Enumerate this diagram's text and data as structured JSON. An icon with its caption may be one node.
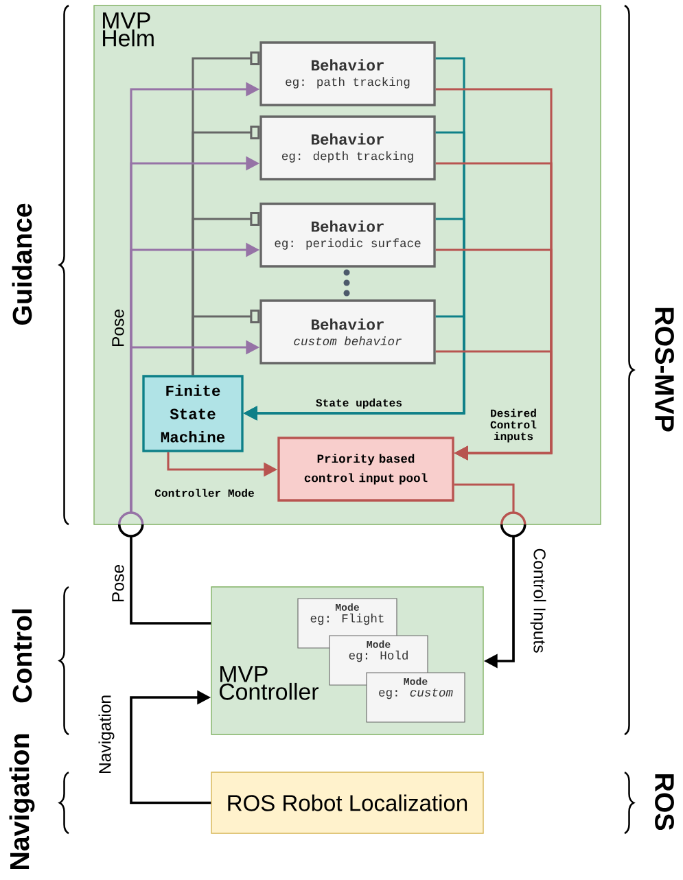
{
  "diagram": {
    "nodes": [
      {
        "text": [
          "MVP Helm"
        ]
      },
      {
        "text": [
          "Behavior",
          "eg: path tracking"
        ],
        "in": 0
      },
      {
        "text": [
          "Behavior",
          "eg: depth tracking"
        ],
        "in": 0
      },
      {
        "text": [
          "Behavior",
          "eg: periodic surface"
        ],
        "in": 0
      },
      {
        "text": [
          "Behavior",
          "custom behavior"
        ],
        "in": 0
      },
      {
        "text": [
          "Finite State Machine"
        ],
        "in": 0
      },
      {
        "text": [
          "Priority based control input pool"
        ],
        "in": 0
      },
      {
        "text": [],
        "shape": "circle"
      },
      {
        "text": [],
        "shape": "circle"
      },
      {
        "text": [
          "MVP Controller"
        ]
      },
      {
        "text": [
          "Mode",
          "eg: Flight"
        ],
        "in": 9
      },
      {
        "text": [
          "Mode",
          "eg: Hold"
        ],
        "in": 9
      },
      {
        "text": [
          "Mode",
          "eg: *custom*"
        ],
        "in": 9
      },
      {
        "text": [
          "ROS Robot Localization"
        ]
      }
    ],
    "edges": [
      {
        "from": 5,
        "to": 1,
        "arrow": "other",
        "color": "#666666"
      },
      {
        "from": 5,
        "to": 2,
        "arrow": "other",
        "color": "#666666"
      },
      {
        "from": 5,
        "to": 3,
        "arrow": "other",
        "color": "#666666"
      },
      {
        "from": 5,
        "to": 4,
        "arrow": "other",
        "color": "#666666"
      },
      {
        "from": 7,
        "to": 1,
        "arrow": "to",
        "color": "#9673a6"
      },
      {
        "from": 7,
        "to": 2,
        "arrow": "to",
        "color": "#9673a6"
      },
      {
        "from": 7,
        "to": 3,
        "arrow": "to",
        "color": "#9673a6"
      },
      {
        "from": 7,
        "to": 4,
        "arrow": "to",
        "color": "#9673a6",
        "label": "Pose"
      },
      {
        "from": 1,
        "to": 5,
        "arrow": "to",
        "color": "#0e8088"
      },
      {
        "from": 2,
        "to": 5,
        "arrow": "to",
        "color": "#0e8088"
      },
      {
        "from": 3,
        "to": 5,
        "arrow": "to",
        "color": "#0e8088"
      },
      {
        "from": 4,
        "to": 5,
        "arrow": "to",
        "color": "#0e8088",
        "label": "State updates"
      },
      {
        "from": 1,
        "to": 6,
        "arrow": "to",
        "color": "#b85450"
      },
      {
        "from": 2,
        "to": 6,
        "arrow": "to",
        "color": "#b85450"
      },
      {
        "from": 3,
        "to": 6,
        "arrow": "to",
        "color": "#b85450"
      },
      {
        "from": 4,
        "to": 6,
        "arrow": "to",
        "color": "#b85450",
        "label": "Desired Control inputs"
      },
      {
        "from": 5,
        "to": 6,
        "arrow": "to",
        "color": "#b85450",
        "label": "Controller Mode"
      },
      {
        "from": 6,
        "to": 8,
        "arrow": "none",
        "color": "#b85450"
      },
      {
        "from": 9,
        "to": 7,
        "arrow": "none",
        "color": "#000000",
        "label": "Pose"
      },
      {
        "from": 8,
        "to": 9,
        "arrow": "to",
        "color": "#000000",
        "label": "Control Inputs"
      },
      {
        "from": 13,
        "to": 9,
        "arrow": "to",
        "color": "#000000",
        "label": "Navigation"
      }
    ],
    "labels": [
      "Guidance",
      "ROS-MVP",
      "Control",
      "Navigation",
      "ROS"
    ]
  }
}
